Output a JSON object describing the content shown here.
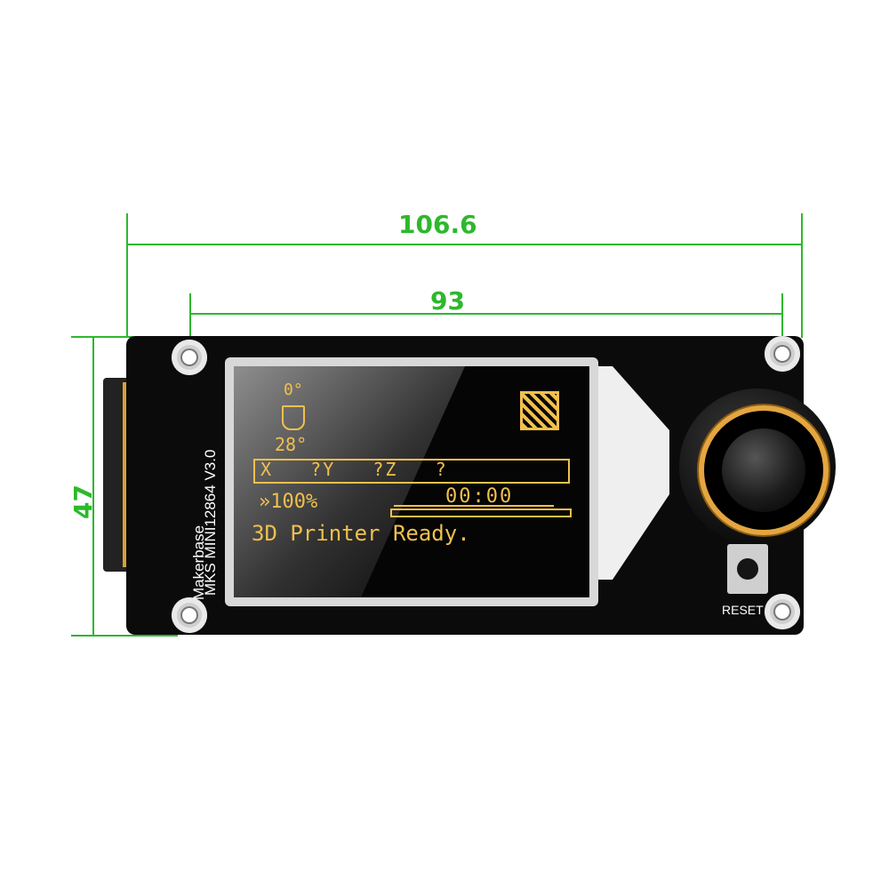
{
  "dimensions": {
    "total_width": "106.6",
    "hole_spacing": "93",
    "height": "47"
  },
  "board": {
    "silk_brand": "Makerbase",
    "silk_model": "MKS MINI12864 V3.0",
    "reset_label": "RESET"
  },
  "lcd": {
    "hotend_temp": "0°",
    "bed_temp": "28°",
    "axis_row": "X   ?Y   ?Z   ?",
    "feedrate": "»100%",
    "time": "00:00",
    "status": "3D Printer Ready."
  },
  "colors": {
    "dimension": "#2db82d",
    "lcd_text": "#f1c04d",
    "knob_ring": "#e3a640"
  }
}
